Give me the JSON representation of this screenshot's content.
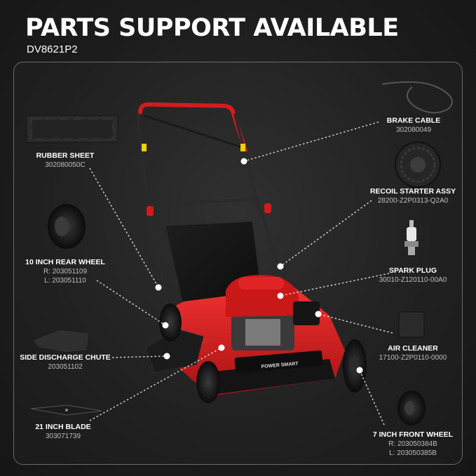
{
  "header": {
    "title": "PARTS SUPPORT AVAILABLE",
    "model": "DV8621P2"
  },
  "product": {
    "deck_brand_text": "POWER SMART"
  },
  "parts": {
    "rubber_sheet": {
      "name": "RUBBER SHEET",
      "code": "302080050C"
    },
    "rear_wheel": {
      "name": "10 INCH REAR WHEEL",
      "code_r": "R: 203051109",
      "code_l": "L: 203051110"
    },
    "side_chute": {
      "name": "SIDE DISCHARGE CHUTE",
      "code": "203051102"
    },
    "blade": {
      "name": "21 INCH BLADE",
      "code": "303071739"
    },
    "brake_cable": {
      "name": "BRAKE CABLE",
      "code": "302080049"
    },
    "recoil_starter": {
      "name": "RECOIL STARTER ASSY",
      "code": "28200-Z2P0313-Q2A0"
    },
    "spark_plug": {
      "name": "SPARK PLUG",
      "code": "30010-Z120110-00A0"
    },
    "air_cleaner": {
      "name": "AIR CLEANER",
      "code": "17100-Z2P0110-0000"
    },
    "front_wheel": {
      "name": "7 INCH FRONT WHEEL",
      "code_r": "R: 203050384B",
      "code_l": "L: 203050385B"
    }
  },
  "colors": {
    "accent_red": "#d81e1e",
    "deck_black": "#151515",
    "label_text": "#ffffff",
    "code_text": "#bdbdbd"
  }
}
